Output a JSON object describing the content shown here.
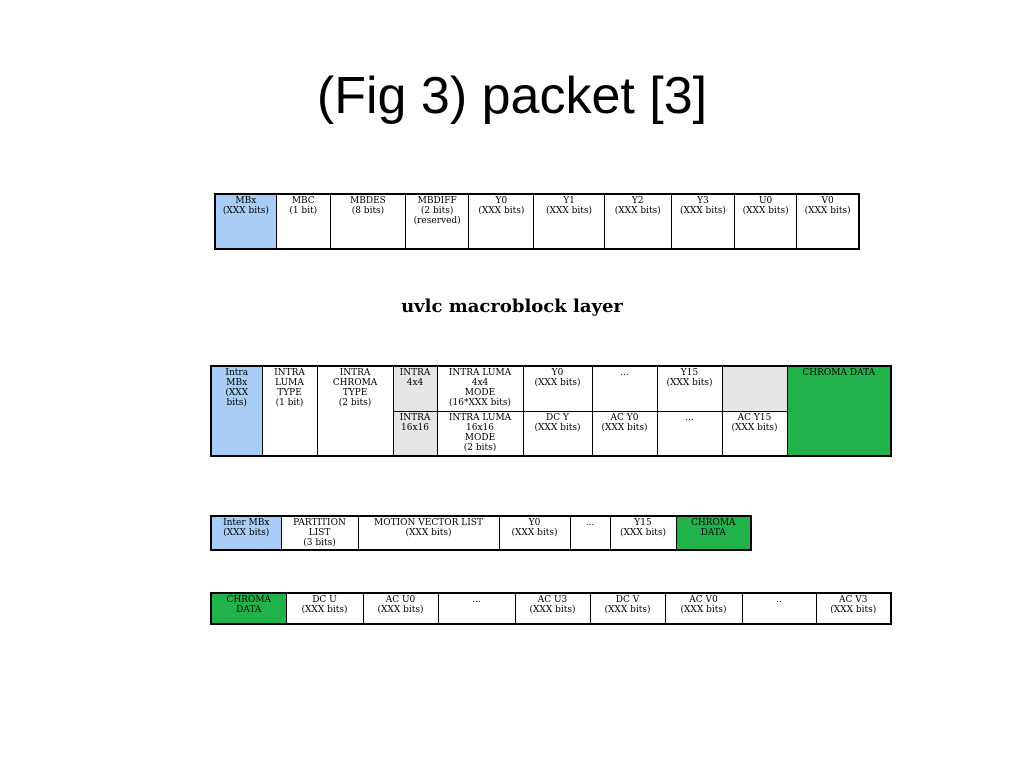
{
  "title": "(Fig 3) packet [3]",
  "caption": "uvlc macroblock layer",
  "colors": {
    "blue": "#a8cdf6",
    "green": "#22b24c",
    "gray": "#e6e6e6"
  },
  "macroblock_header": [
    {
      "l1": "MBx",
      "l2": "(XXX bits)"
    },
    {
      "l1": "MBC",
      "l2": "(1 bit)"
    },
    {
      "l1": "MBDES",
      "l2": "(8 bits)"
    },
    {
      "l1": "MBDIFF",
      "l2": "(2 bits)",
      "l3": "(reserved)"
    },
    {
      "l1": "Y0",
      "l2": "(XXX bits)"
    },
    {
      "l1": "Y1",
      "l2": "(XXX bits)"
    },
    {
      "l1": "Y2",
      "l2": "(XXX bits)"
    },
    {
      "l1": "Y3",
      "l2": "(XXX bits)"
    },
    {
      "l1": "U0",
      "l2": "(XXX bits)"
    },
    {
      "l1": "V0",
      "l2": "(XXX bits)"
    }
  ],
  "intra": {
    "mbx": {
      "l1": "Intra MBx",
      "l2": "(XXX bits)"
    },
    "luma_type": {
      "l1": "INTRA",
      "l2": "LUMA",
      "l3": "TYPE",
      "l4": "(1 bit)"
    },
    "chroma_type": {
      "l1": "INTRA CHROMA",
      "l2": "TYPE",
      "l3": "(2 bits)"
    },
    "intra4x4": {
      "l1": "INTRA",
      "l2": "4x4"
    },
    "luma4x4_mode": {
      "l1": "INTRA LUMA 4x4",
      "l2": "MODE",
      "l3": "(16*XXX bits)"
    },
    "y0": {
      "l1": "Y0",
      "l2": "(XXX bits)"
    },
    "ellipsis1": "...",
    "y15": {
      "l1": "Y15",
      "l2": "(XXX bits)"
    },
    "chroma_data": "CHROMA DATA",
    "intra16x16": {
      "l1": "INTRA",
      "l2": "16x16"
    },
    "luma16x16_mode": {
      "l1": "INTRA LUMA 16x16",
      "l2": "MODE",
      "l3": "(2 bits)"
    },
    "dcy": {
      "l1": "DC Y",
      "l2": "(XXX bits)"
    },
    "acy0": {
      "l1": "AC Y0",
      "l2": "(XXX bits)"
    },
    "ellipsis2": "...",
    "acy15": {
      "l1": "AC Y15",
      "l2": "(XXX bits)"
    }
  },
  "inter": [
    {
      "l1": "Inter MBx",
      "l2": "(XXX bits)"
    },
    {
      "l1": "PARTITION LIST",
      "l2": "(3 bits)"
    },
    {
      "l1": "MOTION VECTOR LIST",
      "l2": "(XXX bits)"
    },
    {
      "l1": "Y0",
      "l2": "(XXX bits)"
    },
    {
      "l1": "..."
    },
    {
      "l1": "Y15",
      "l2": "(XXX bits)"
    },
    {
      "l1": "CHROMA DATA"
    }
  ],
  "chroma": [
    {
      "l1": "CHROMA DATA"
    },
    {
      "l1": "DC U",
      "l2": "(XXX bits)"
    },
    {
      "l1": "AC U0",
      "l2": "(XXX bits)"
    },
    {
      "l1": "..."
    },
    {
      "l1": "AC U3",
      "l2": "(XXX bits)"
    },
    {
      "l1": "DC V",
      "l2": "(XXX bits)"
    },
    {
      "l1": "AC V0",
      "l2": "(XXX bits)"
    },
    {
      "l1": ".."
    },
    {
      "l1": "AC V3",
      "l2": "(XXX bits)"
    }
  ]
}
